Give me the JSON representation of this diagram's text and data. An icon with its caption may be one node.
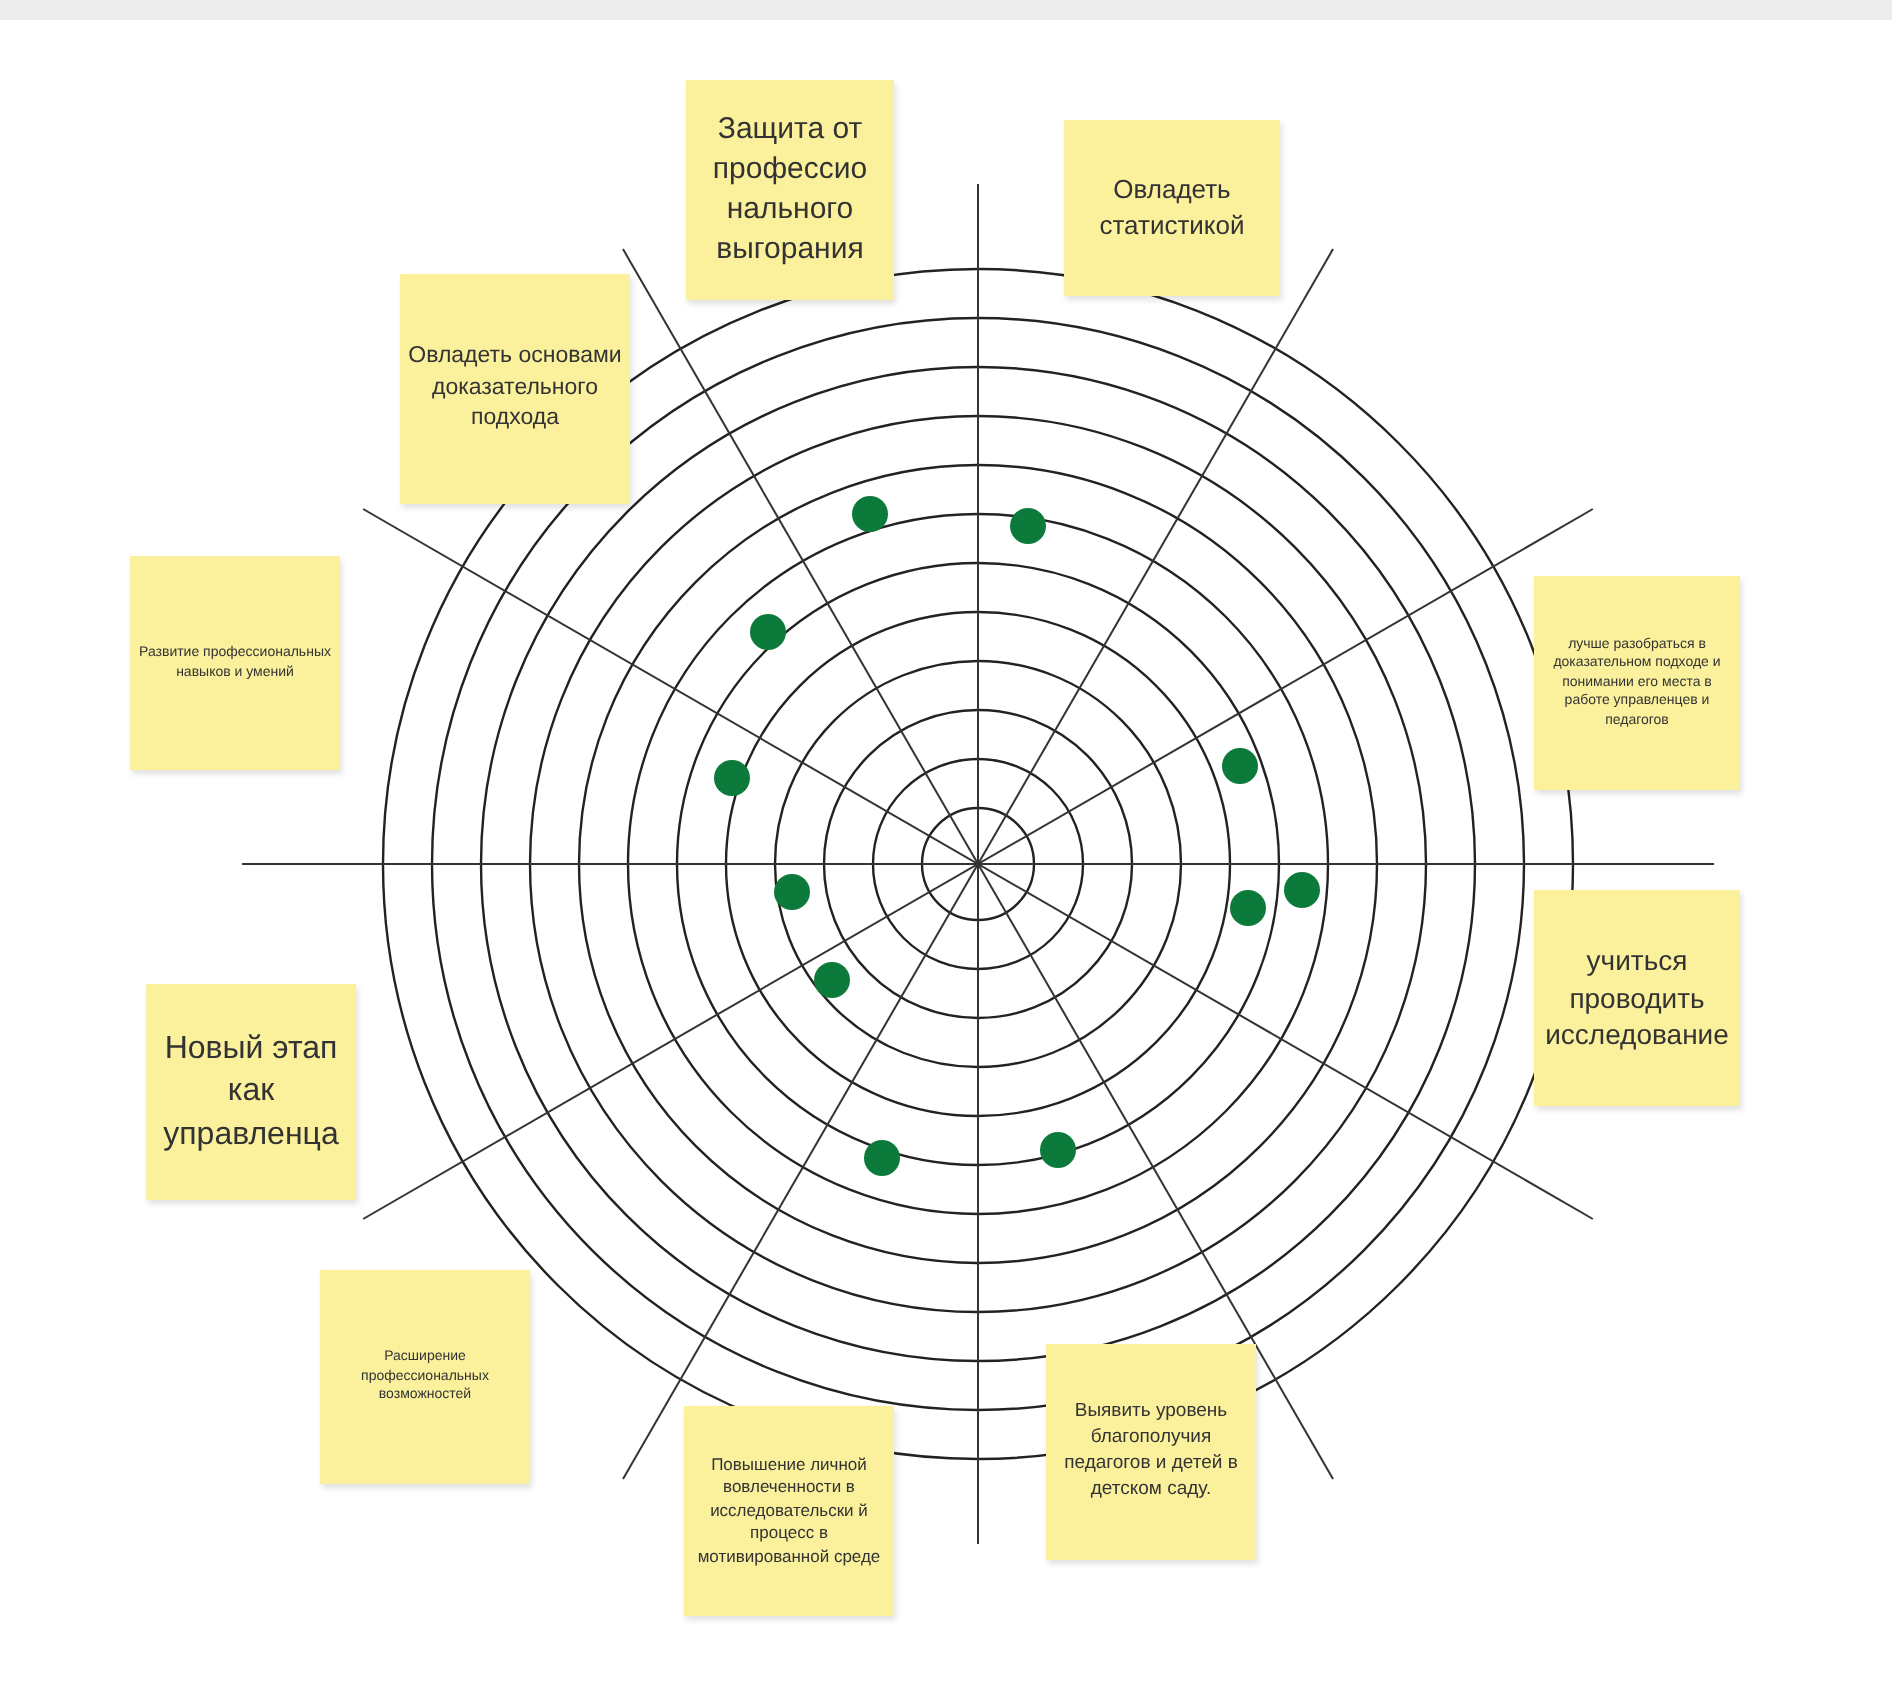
{
  "diagram": {
    "nodes": [
      {
        "text": [
          "Защита от профессио нального выгорания"
        ]
      },
      {
        "text": [
          "Овладеть статистикой"
        ]
      },
      {
        "text": [
          "Овладеть основами доказательного подхода"
        ]
      },
      {
        "text": [
          "Развитие профессиональных навыков и умений"
        ]
      },
      {
        "text": [
          "лучше разобраться в доказательном подходе и понимании его места в работе управленцев и педагогов"
        ]
      },
      {
        "text": [
          "учиться проводить исследование"
        ]
      },
      {
        "text": [
          "Новый этап как управленца"
        ]
      },
      {
        "text": [
          "Расширение профессиональных возможностей"
        ]
      },
      {
        "text": [
          "Повышение личной вовлеченности в исследовательски й процесс в мотивированной среде"
        ]
      },
      {
        "text": [
          "Выявить уровень благополучия педагогов и детей в детском саду."
        ]
      }
    ],
    "edges": []
  }
}
